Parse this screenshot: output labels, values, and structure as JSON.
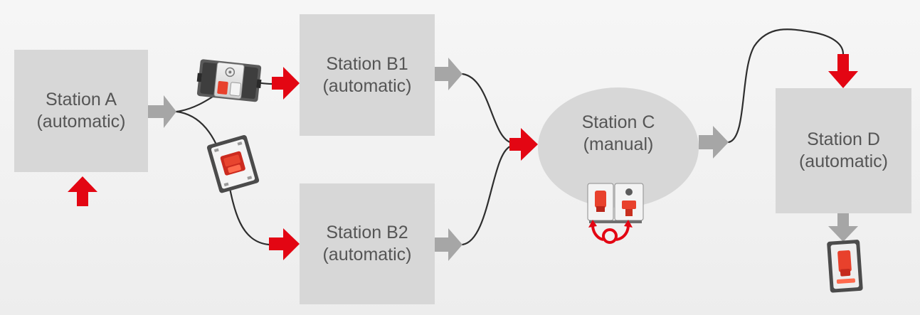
{
  "stations": {
    "a": {
      "line1": "Station A",
      "line2": "(automatic)"
    },
    "b1": {
      "line1": "Station B1",
      "line2": "(automatic)"
    },
    "b2": {
      "line1": "Station B2",
      "line2": "(automatic)"
    },
    "c": {
      "line1": "Station C",
      "line2": "(manual)"
    },
    "d": {
      "line1": "Station D",
      "line2": "(automatic)"
    }
  },
  "colors": {
    "box": "#d7d7d7",
    "text": "#555555",
    "arrow_grey": "#a6a6a6",
    "arrow_red": "#e30613",
    "line": "#2e2e2e"
  },
  "icons": [
    "device-module-icon",
    "device-panel-icon",
    "manual-device-icon",
    "rotation-indicator-icon",
    "output-part-icon"
  ]
}
